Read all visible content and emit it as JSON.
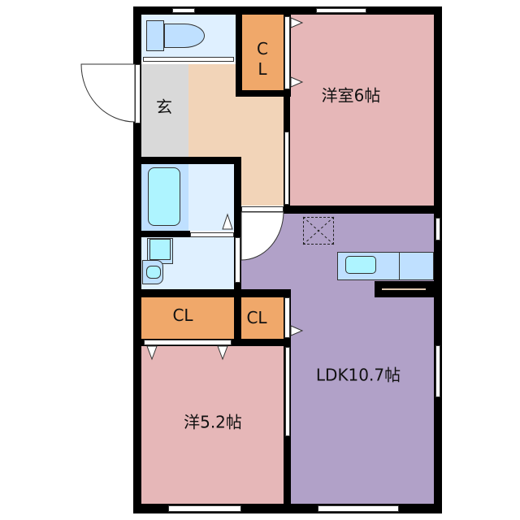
{
  "floorplan": {
    "rooms": [
      {
        "id": "western-room-1",
        "label": "洋室6帖",
        "color": "#e6b7b8"
      },
      {
        "id": "ldk",
        "label": "LDK10.7帖",
        "color": "#b1a1c8"
      },
      {
        "id": "western-room-2",
        "label": "洋5.2帖",
        "color": "#e6b7b8"
      },
      {
        "id": "entrance",
        "label": "玄",
        "color": "#d9d9d9"
      },
      {
        "id": "closet-top",
        "label_line1": "C",
        "label_line2": "L",
        "color": "#f0a86a"
      },
      {
        "id": "closet-left",
        "label": "CL",
        "color": "#f0a86a"
      },
      {
        "id": "closet-small",
        "label": "CL",
        "color": "#f0a86a"
      },
      {
        "id": "hallway",
        "label": "",
        "color": "#f2d4b8"
      },
      {
        "id": "toilet",
        "label": "",
        "color": "#dff0ff"
      },
      {
        "id": "bathroom",
        "label": "",
        "color": "#dff0ff"
      },
      {
        "id": "washroom",
        "label": "",
        "color": "#dff0ff"
      }
    ],
    "colors": {
      "wall": "#000000",
      "fixture_light": "#bfe0ff",
      "fixture_water": "#aef4ff"
    }
  }
}
